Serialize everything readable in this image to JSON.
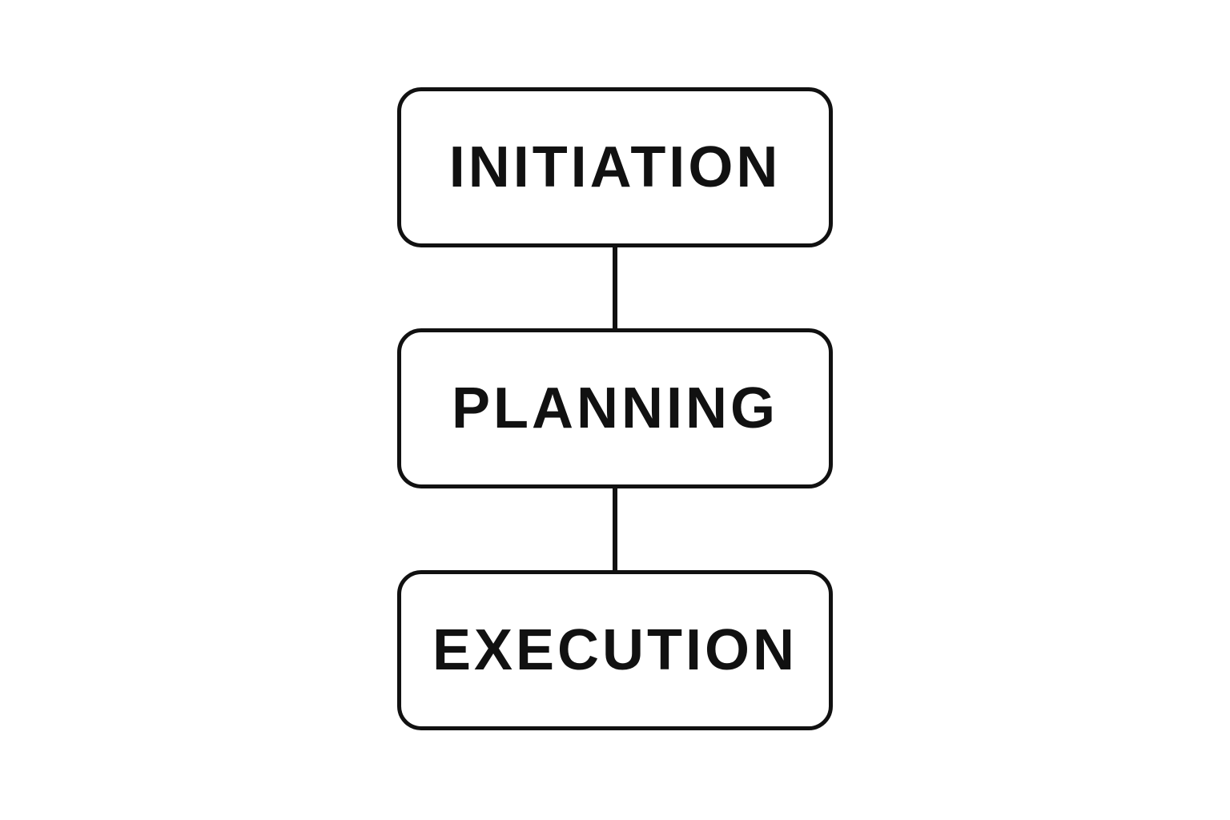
{
  "diagram": {
    "type": "vertical-flow",
    "stages": [
      {
        "label": "INITIATION"
      },
      {
        "label": "PLANNING"
      },
      {
        "label": "EXECUTION"
      }
    ],
    "connections": [
      {
        "from": "INITIATION",
        "to": "PLANNING"
      },
      {
        "from": "PLANNING",
        "to": "EXECUTION"
      }
    ],
    "colors": {
      "stroke": "#111111",
      "text": "#111111",
      "background": "#ffffff"
    }
  }
}
